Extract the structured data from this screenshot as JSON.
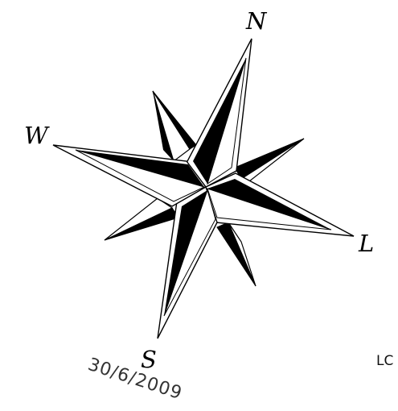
{
  "compass": {
    "north": "N",
    "west": "W",
    "east": "L",
    "south": "S"
  },
  "date": "30/6/2009",
  "corner_text": "LC",
  "colors": {
    "ink": "#000000",
    "paper": "#ffffff"
  }
}
